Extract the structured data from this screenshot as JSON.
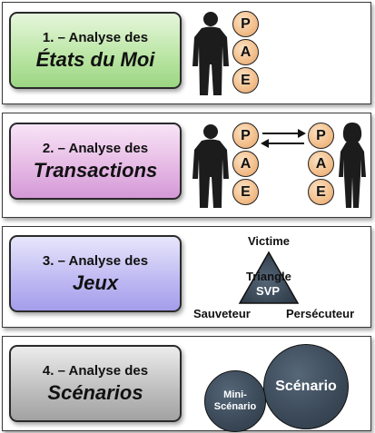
{
  "sections": [
    {
      "label_line1": "1. – Analyse des",
      "label_line2": "États du Moi"
    },
    {
      "label_line1": "2. – Analyse des",
      "label_line2": "Transactions"
    },
    {
      "label_line1": "3. – Analyse des",
      "label_line2": "Jeux"
    },
    {
      "label_line1": "4. – Analyse des",
      "label_line2": "Scénarios"
    }
  ],
  "ego_states": [
    "P",
    "A",
    "E"
  ],
  "triangle": {
    "top": "Victime",
    "left": "Sauveteur",
    "right": "Persécuteur",
    "center_line1": "Triangle",
    "center_line2": "SVP"
  },
  "scenario": {
    "small_line1": "Mini-",
    "small_line2": "Scénario",
    "large": "Scénario"
  },
  "colors": {
    "panel_green": "#b9e5a2",
    "panel_pink": "#e5b7e4",
    "panel_blue": "#bdb8f2",
    "panel_gray": "#bdbdbd",
    "ego_circle": "#f3c08e",
    "triangle_fill": "#3a4857",
    "scenario_circle": "#3a4857"
  },
  "icons": [
    "man-silhouette-icon",
    "woman-silhouette-icon",
    "exchange-arrows-icon"
  ]
}
